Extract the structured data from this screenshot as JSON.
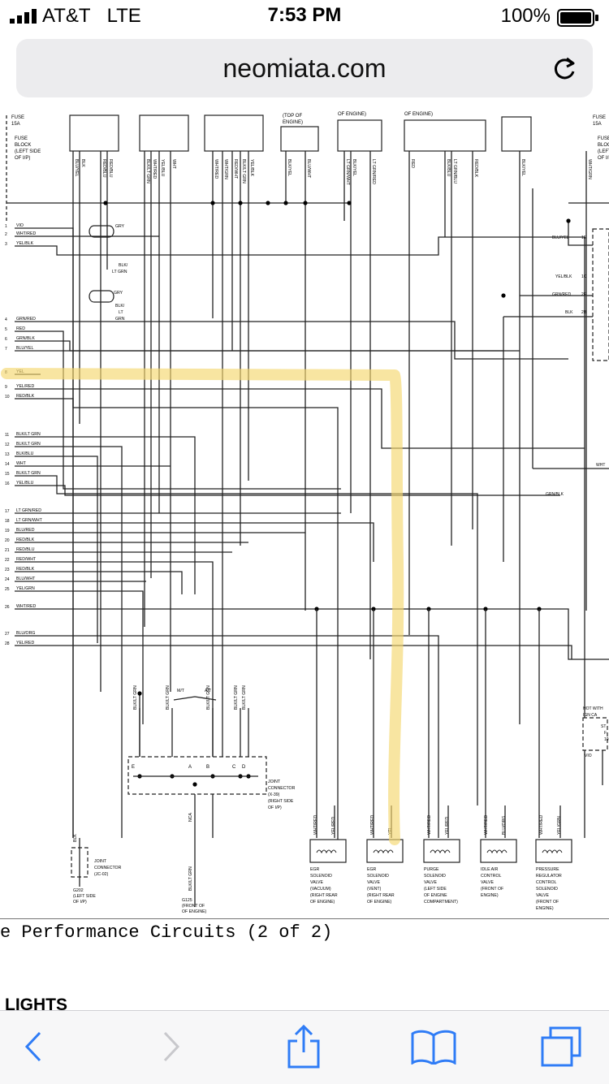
{
  "status": {
    "carrier": "AT&T",
    "network": "LTE",
    "time": "7:53 PM",
    "battery": "100%"
  },
  "browser": {
    "url": "neomiata.com"
  },
  "diagram": {
    "top_labels": [
      "FUSE",
      "15A",
      "FUSE",
      "BLOCK",
      "(LEFT SIDE",
      "OF I/P)",
      "(TOP OF",
      "ENGINE)",
      "OF ENGINE)",
      "OF ENGINE)",
      "FUSE",
      "15A",
      "FUSE",
      "BLOCK",
      "(LEFT SIDE",
      "OF I/P)"
    ],
    "col_labels": [
      "BLU/YEL",
      "BLK",
      "RED/BLU",
      "RED/BLU",
      "BLK/LT GRN",
      "WHT/RED",
      "YEL/BLU",
      "WHT",
      "WHT/RED",
      "WHT/GRN",
      "RED/WHT",
      "BLK/LT GRN",
      "YEL/BLK",
      "BLK/YEL",
      "BLU/WHT",
      "LT GRN/WHT",
      "BLK/YEL",
      "LT GRN/RED",
      "RED",
      "BLK/BLU",
      "LT GRN/BLU",
      "RED/BLK",
      "BLK/YEL",
      "WHT/GRN"
    ],
    "left_pins": [
      {
        "n": "1",
        "w": "VIO"
      },
      {
        "n": "2",
        "w": "WHT/RED"
      },
      {
        "n": "3",
        "w": "YEL/BLK"
      },
      {
        "n": "4",
        "w": "GRN/RED"
      },
      {
        "n": "5",
        "w": "RED"
      },
      {
        "n": "6",
        "w": "GRN/BLK"
      },
      {
        "n": "7",
        "w": "BLU/YEL"
      },
      {
        "n": "8",
        "w": "YEL"
      },
      {
        "n": "9",
        "w": "YEL/RED"
      },
      {
        "n": "10",
        "w": "RED/BLK"
      },
      {
        "n": "11",
        "w": "BLK/LT GRN"
      },
      {
        "n": "12",
        "w": "BLK/LT GRN"
      },
      {
        "n": "13",
        "w": "BLK/BLU"
      },
      {
        "n": "14",
        "w": "WHT"
      },
      {
        "n": "15",
        "w": "BLK/LT GRN"
      },
      {
        "n": "16",
        "w": "YEL/BLU"
      },
      {
        "n": "17",
        "w": "LT GRN/RED"
      },
      {
        "n": "18",
        "w": "LT GRN/WHT"
      },
      {
        "n": "19",
        "w": "BLU/RED"
      },
      {
        "n": "20",
        "w": "RED/BLK"
      },
      {
        "n": "21",
        "w": "RED/BLU"
      },
      {
        "n": "22",
        "w": "RED/WHT"
      },
      {
        "n": "23",
        "w": "RED/BLK"
      },
      {
        "n": "24",
        "w": "BLU/WHT"
      },
      {
        "n": "25",
        "w": "YEL/GRN"
      },
      {
        "n": "26",
        "w": "WHT/RED"
      },
      {
        "n": "27",
        "w": "BLU/ORG"
      },
      {
        "n": "28",
        "w": "YEL/RED"
      }
    ],
    "mid_labels": [
      "GRY",
      "BLK/",
      "LT GRN",
      "GRY",
      "BLK/",
      "LT",
      "GRN"
    ],
    "right_labels": [
      "BLU/YEL",
      "1E",
      "YEL/BLK",
      "1C",
      "GRN/RED",
      "2F",
      "BLK",
      "2B",
      "MA",
      "WHT",
      "GRN/BLK",
      "HOT WITH",
      "IGN CA",
      "ST",
      "F",
      "10",
      "VIO"
    ],
    "joint": {
      "mt": "M/T",
      "at": "A/T",
      "letters": [
        "E",
        "B",
        "C",
        "D",
        "A"
      ],
      "label": [
        "JOINT",
        "CONNECTOR",
        "(X-39)",
        "(RIGHT SIDE",
        "OF I/P)"
      ],
      "wires": [
        "BLK/LT GRN",
        "BLK/LT GRN",
        "BLK/LT GRN",
        "BLK/LT GRN",
        "BLK/LT GRN"
      ],
      "nca": "NCA",
      "bottom_wire": "BLK/LT GRN",
      "ground": [
        "G125",
        "(FRONT OF",
        "OF ENGINE)"
      ]
    },
    "joint2": {
      "label": [
        "JOINT",
        "CONNECTOR",
        "(JC-02)"
      ],
      "wire": "BLK",
      "ground": [
        "G202",
        "(LEFT SIDE",
        "OF I/P)"
      ]
    },
    "solenoids": [
      {
        "wires": [
          "WHT/RED",
          "YEL/RED"
        ],
        "label": [
          "EGR",
          "SOLENOID",
          "VALVE",
          "(VACUUM)",
          "(RIGHT REAR",
          "OF ENGINE)"
        ]
      },
      {
        "wires": [
          "WHT/RED",
          "YEL"
        ],
        "label": [
          "EGR",
          "SOLENOID",
          "VALVE",
          "(VENT)",
          "(RIGHT REAR",
          "OF ENGINE)"
        ]
      },
      {
        "wires": [
          "WHT/RED",
          "YEL/RED"
        ],
        "label": [
          "PURGE",
          "SOLENOID",
          "VALVE",
          "(LEFT SIDE",
          "OF ENGINE",
          "COMPARTMENT)"
        ]
      },
      {
        "wires": [
          "WHT/RED",
          "BLU/ORG"
        ],
        "label": [
          "IDLE AIR",
          "CONTROL",
          "VALVE",
          "(FRONT OF",
          "ENGINE)"
        ]
      },
      {
        "wires": [
          "WHT/RED",
          "YEL/GRN"
        ],
        "label": [
          "PRESSURE",
          "REGULATOR",
          "CONTROL",
          "SOLENOID",
          "VALVE",
          "(FRONT OF",
          "ENGINE)"
        ]
      }
    ],
    "highlight_color": "#f5d76e"
  },
  "caption": "e Performance Circuits (2 of 2)",
  "section_title": "LIGHTS"
}
